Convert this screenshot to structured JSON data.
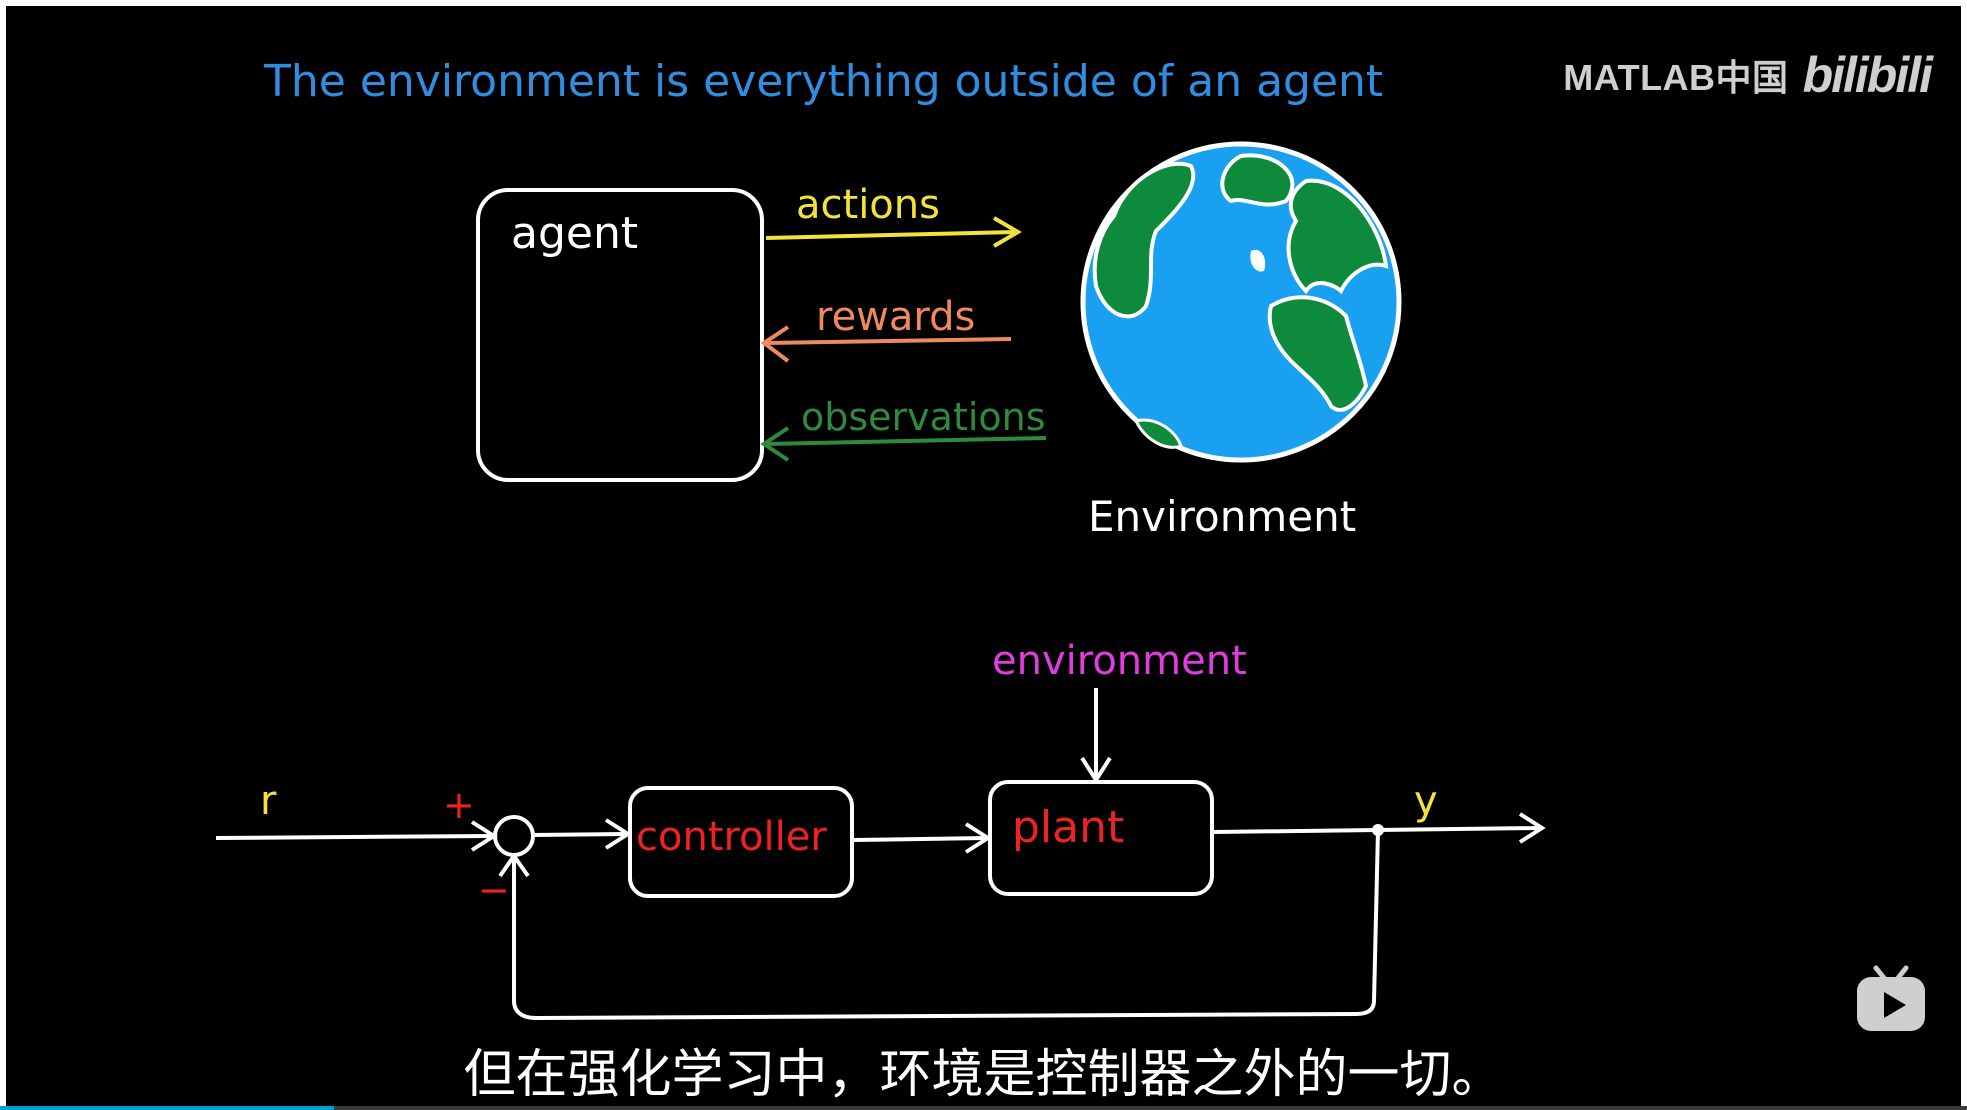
{
  "slide": {
    "headline": "The environment is everything outside of an agent",
    "rl_diagram": {
      "agent_label": "agent",
      "actions_label": "actions",
      "rewards_label": "rewards",
      "observations_label": "observations",
      "environment_label": "Environment"
    },
    "control_diagram": {
      "reference_label": "r",
      "plus_sign": "+",
      "minus_sign": "−",
      "controller_label": "controller",
      "plant_label": "plant",
      "environment_label": "environment",
      "output_label": "y"
    }
  },
  "watermark": {
    "text": "MATLAB中国",
    "logo_text": "bilibili"
  },
  "subtitle": "但在强化学习中，环境是控制器之外的一切。",
  "player": {
    "tv_icon": "bilibili-tv-play-icon",
    "progress_fraction": 0.17
  },
  "colors": {
    "headline": "#2f8ee0",
    "actions": "#f2e23a",
    "rewards": "#ee8a5c",
    "observations": "#2f8a3d",
    "control_boxes": "#ee2222",
    "environment_magenta": "#e03ce0",
    "output": "#f2e23a",
    "ocean": "#1aa0f0",
    "land": "#0e8a3c"
  }
}
